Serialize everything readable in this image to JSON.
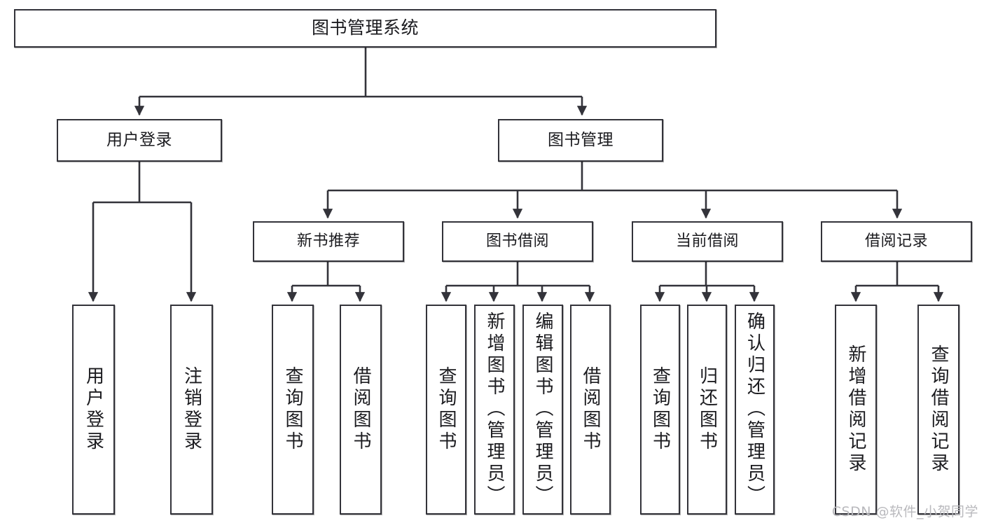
{
  "diagram": {
    "title": "图书管理系统",
    "type": "tree-hierarchy",
    "watermark": "CSDN @软件_小贺同学",
    "colors": {
      "stroke": "#33333a",
      "fill": "#ffffff",
      "text": "#1b1b1f",
      "watermark": "#b9b9bd"
    },
    "root": {
      "label": "图书管理系统"
    },
    "level2": [
      {
        "label": "用户登录"
      },
      {
        "label": "图书管理"
      }
    ],
    "level3": [
      {
        "label": "新书推荐"
      },
      {
        "label": "图书借阅"
      },
      {
        "label": "当前借阅"
      },
      {
        "label": "借阅记录"
      }
    ],
    "leaves": {
      "user_login": [
        {
          "label": "用户登录"
        },
        {
          "label": "注销登录"
        }
      ],
      "new_book_recommend": [
        {
          "label": "查询图书"
        },
        {
          "label": "借阅图书"
        }
      ],
      "book_borrow": [
        {
          "label": "查询图书"
        },
        {
          "label": "新增图书（管理员）"
        },
        {
          "label": "编辑图书（管理员）"
        },
        {
          "label": "借阅图书"
        }
      ],
      "current_borrow": [
        {
          "label": "查询图书"
        },
        {
          "label": "归还图书"
        },
        {
          "label": "确认归还（管理员）"
        }
      ],
      "borrow_record": [
        {
          "label": "新增借阅记录"
        },
        {
          "label": "查询借阅记录"
        }
      ]
    }
  }
}
